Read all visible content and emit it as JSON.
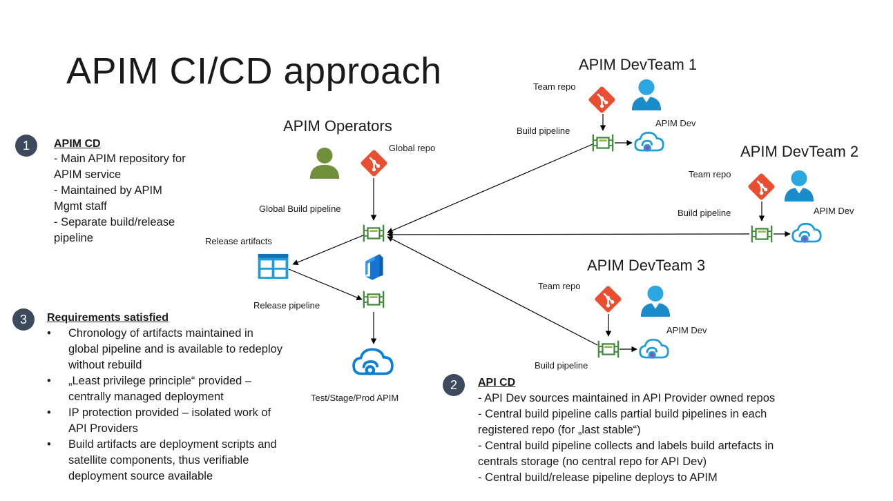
{
  "title": "APIM CI/CD approach",
  "operators": {
    "title": "APIM Operators",
    "global_repo": "Global repo",
    "global_build_pipeline": "Global Build pipeline",
    "release_artifacts": "Release artifacts",
    "release_pipeline": "Release pipeline",
    "target": "Test/Stage/Prod APIM"
  },
  "teams": [
    {
      "title": "APIM DevTeam 1",
      "team_repo": "Team repo",
      "build_pipeline": "Build pipeline",
      "apim_dev": "APIM Dev"
    },
    {
      "title": "APIM DevTeam 2",
      "team_repo": "Team repo",
      "build_pipeline": "Build pipeline",
      "apim_dev": "APIM Dev"
    },
    {
      "title": "APIM DevTeam 3",
      "team_repo": "Team repo",
      "build_pipeline": "Build pipeline",
      "apim_dev": "APIM Dev"
    }
  ],
  "section1": {
    "number": "1",
    "heading": "APIM CD",
    "lines": [
      "- Main APIM repository for",
      "APIM service",
      "- Maintained by APIM",
      "Mgmt staff",
      "- Separate build/release",
      "pipeline"
    ]
  },
  "section2": {
    "number": "2",
    "heading": "API CD",
    "lines": [
      "- API Dev sources maintained in API Provider owned repos",
      "- Central build pipeline calls partial build pipelines in each",
      "registered repo (for „last stable“)",
      "- Central build pipeline collects and labels build artefacts in",
      "centrals storage (no central repo for API Dev)",
      "- Central build/release pipeline deploys to APIM"
    ]
  },
  "section3": {
    "number": "3",
    "heading": "Requirements satisfied",
    "items": [
      "Chronology of artifacts maintained in global pipeline and is available to redeploy without rebuild",
      "„Least privilege principle“ provided – centrally managed deployment",
      "IP protection provided – isolated work of API Providers",
      "Build artifacts are deployment scripts and satellite components, thus verifiable deployment source available"
    ]
  },
  "colors": {
    "git": "#e94e31",
    "pipeline": "#3e8a3a",
    "user_green": "#6f8f3a",
    "user_blue": "#1f9bd7",
    "cloud": "#0a7fd6",
    "circle": "#3d4a5e"
  },
  "icons": [
    "git-icon",
    "pipeline-icon",
    "user-icon",
    "cloud-apim-icon",
    "artifacts-icon",
    "devops-icon"
  ]
}
